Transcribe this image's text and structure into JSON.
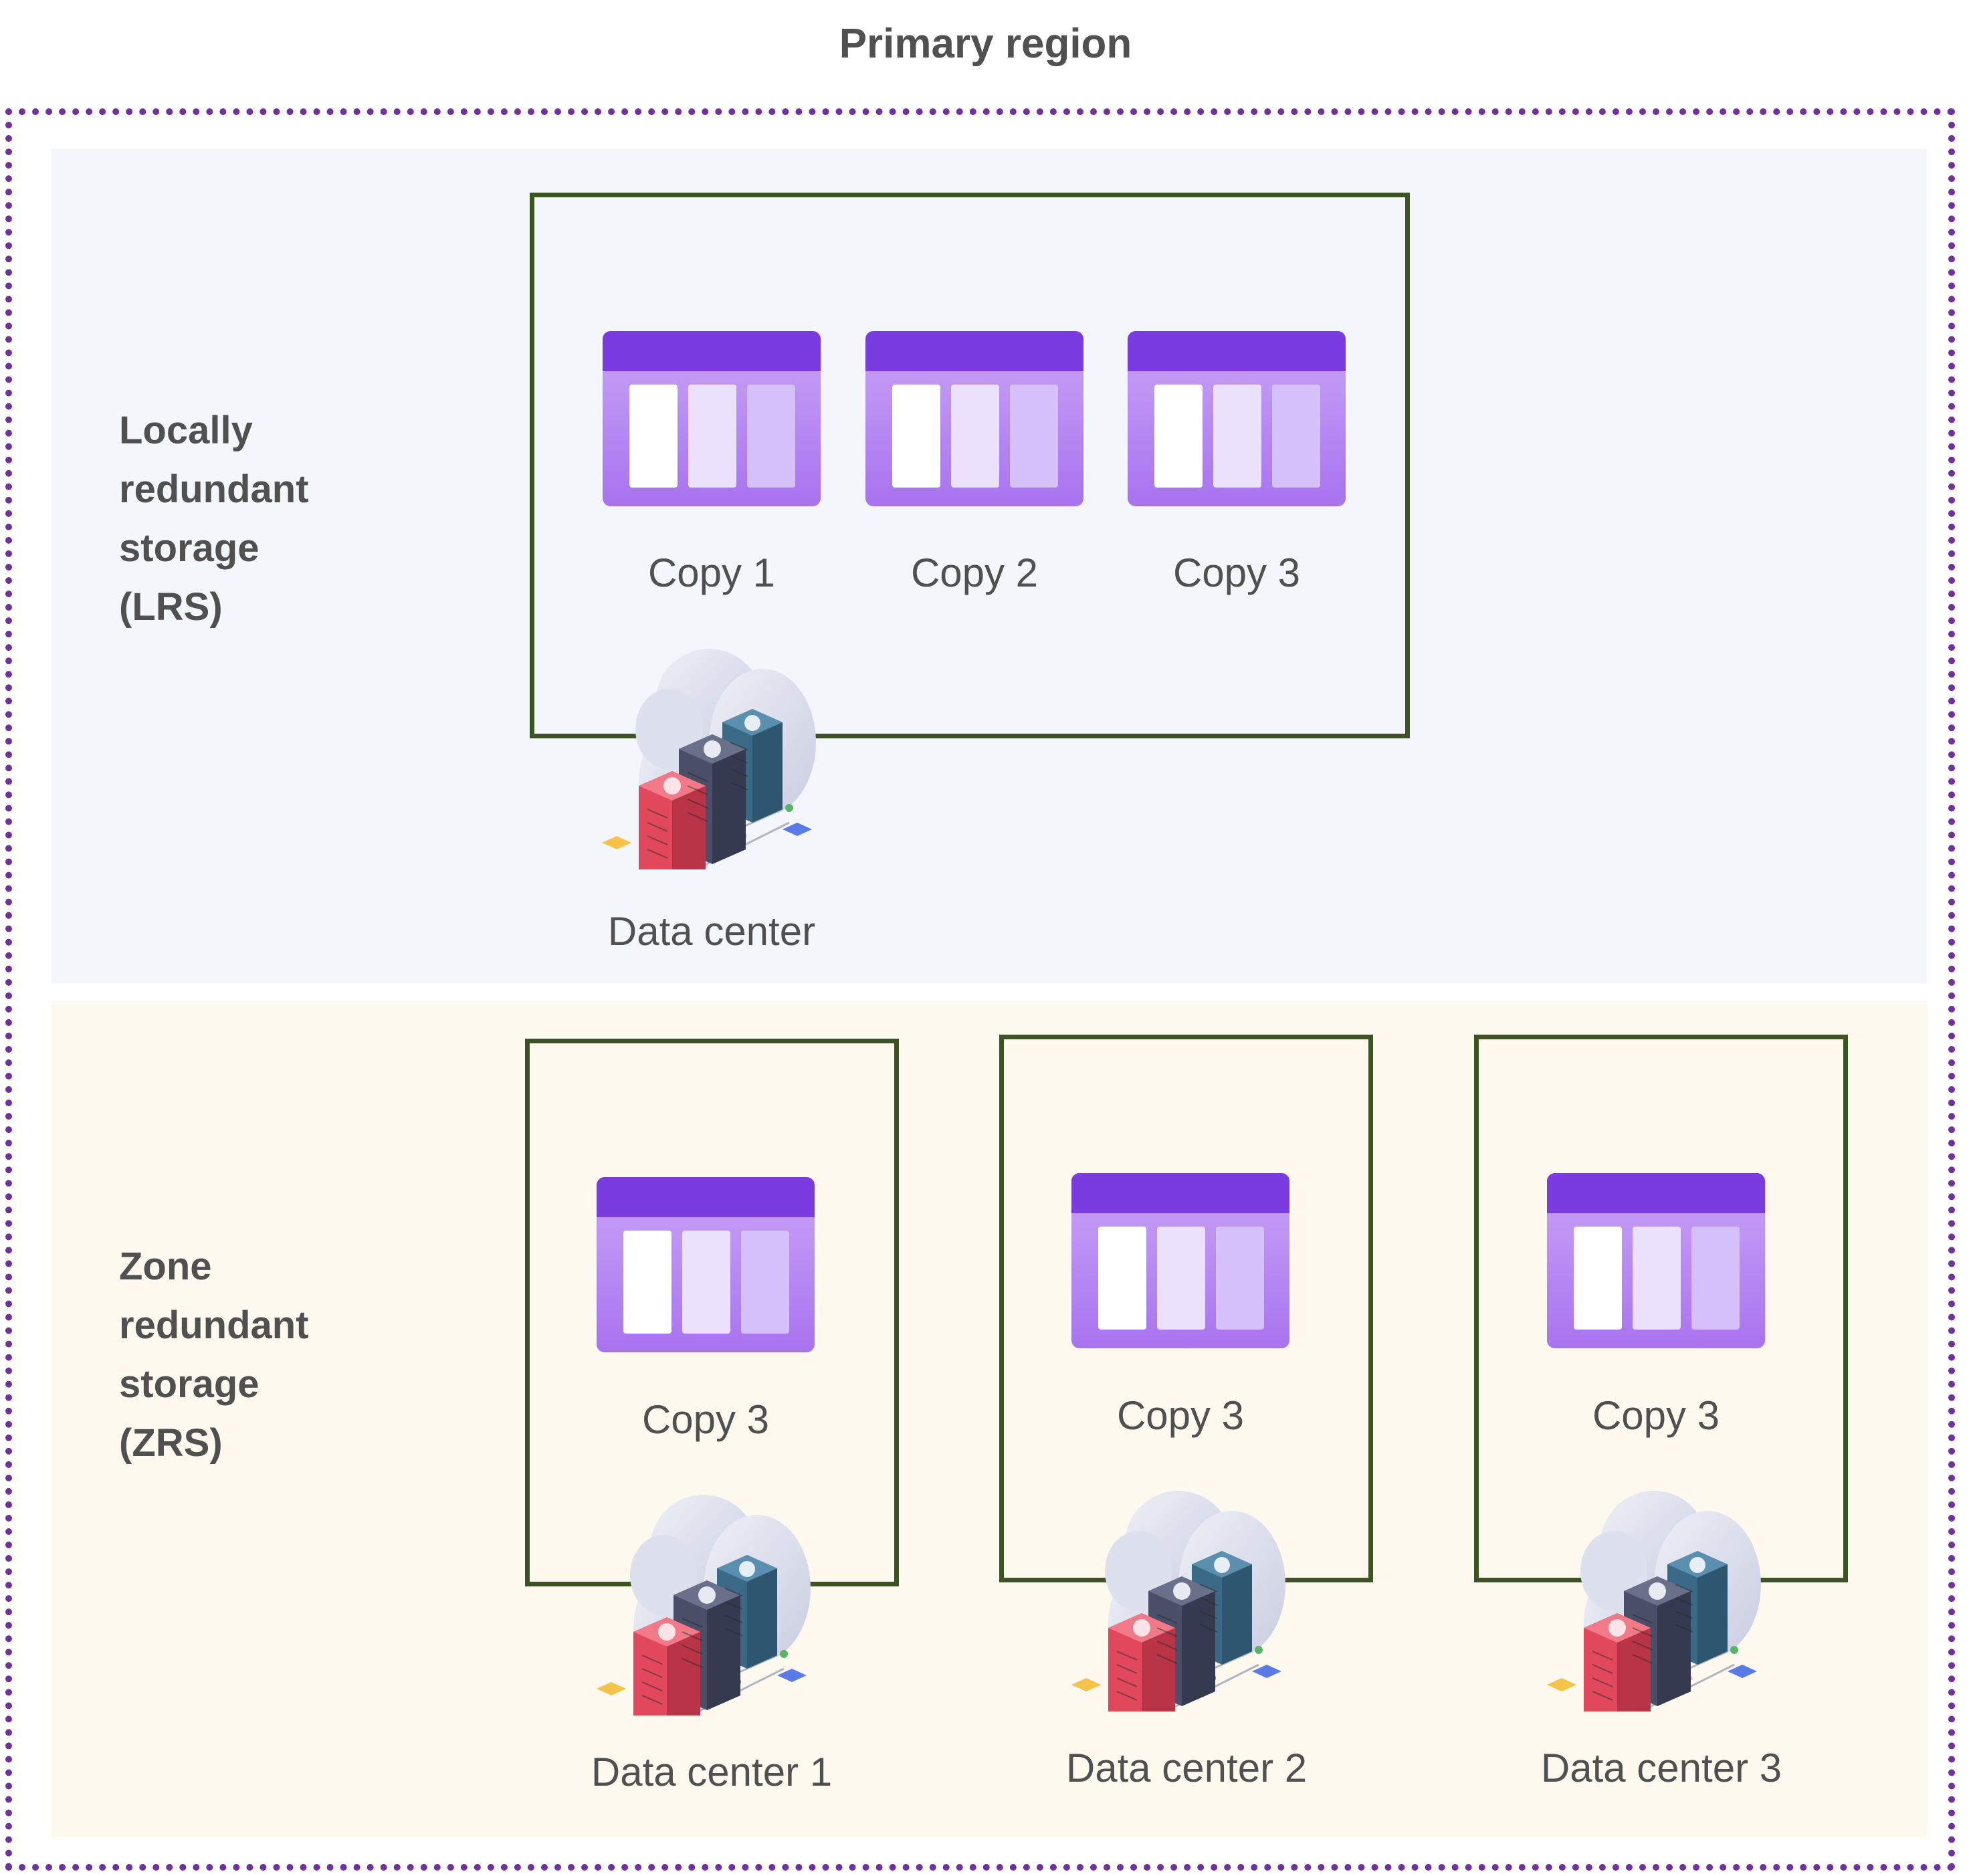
{
  "title": "Primary region",
  "lrs": {
    "label_lines": [
      "Locally",
      "redundant",
      "storage",
      "(LRS)"
    ],
    "copies": [
      "Copy 1",
      "Copy 2",
      "Copy 3"
    ],
    "datacenter": "Data center"
  },
  "zrs": {
    "label_lines": [
      "Zone",
      "redundant",
      "storage",
      "(ZRS)"
    ],
    "zones": [
      {
        "copy": "Copy 3",
        "datacenter": "Data center 1"
      },
      {
        "copy": "Copy 3",
        "datacenter": "Data center 2"
      },
      {
        "copy": "Copy 3",
        "datacenter": "Data center 3"
      }
    ]
  },
  "colors": {
    "region_border": "#7030a0",
    "box_border": "#3c5424",
    "lrs_bg": "#f3f6fb",
    "zrs_bg": "#fdf9ef",
    "storage_header": "#7a3be0",
    "storage_body": "#b88cf3"
  },
  "icons": {
    "storage": "storage-table-icon",
    "datacenter": "cloud-server-icon"
  }
}
